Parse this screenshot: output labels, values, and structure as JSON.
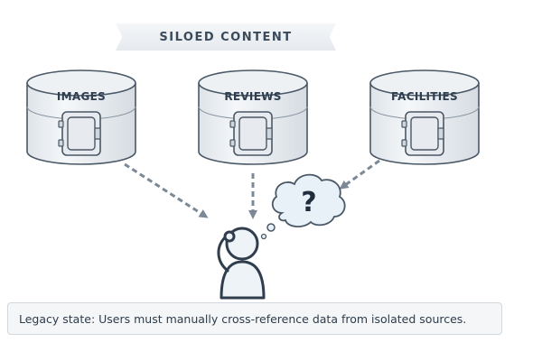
{
  "banner": {
    "title": "SILOED CONTENT"
  },
  "silos": [
    {
      "label": "IMAGES"
    },
    {
      "label": "REVIEWS"
    },
    {
      "label": "FACILITIES"
    }
  ],
  "thought": {
    "symbol": "?"
  },
  "caption": {
    "text": "Legacy state: Users must manually cross-reference data from isolated sources."
  },
  "colors": {
    "outline": "#4a5866",
    "drum_fill": "#eef1f4",
    "arrow": "#7b8896",
    "person": "#2f3d4c"
  },
  "icons": [
    "vault-door-icon",
    "person-thinking-icon",
    "thought-cloud-icon",
    "question-mark-icon"
  ]
}
